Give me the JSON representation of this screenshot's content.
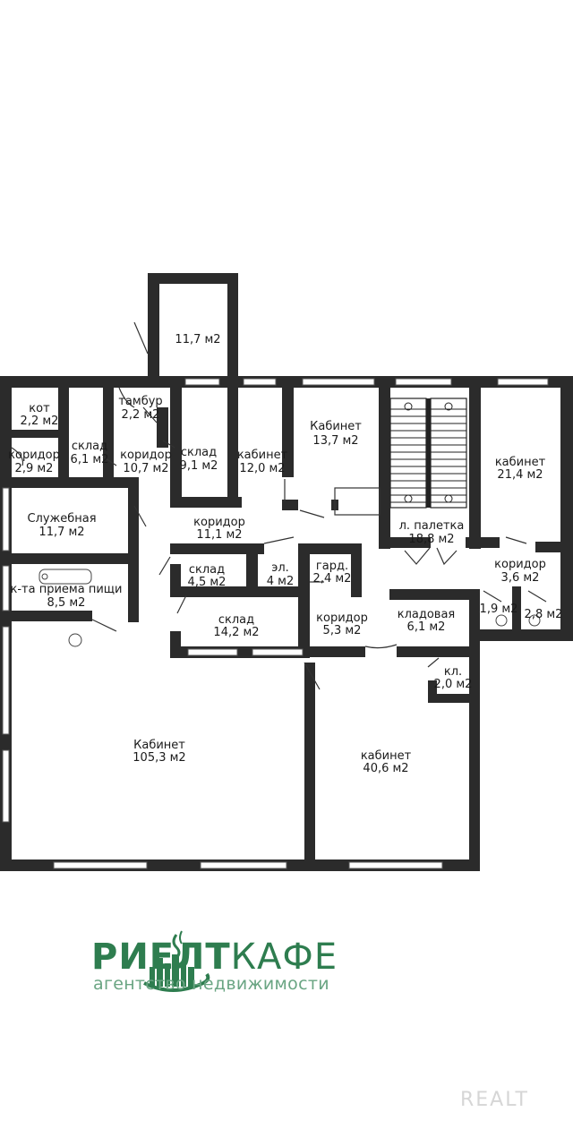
{
  "rooms": [
    {
      "id": "r-top",
      "name": "",
      "area": "11,7 м2"
    },
    {
      "id": "r-kot",
      "name": "кот",
      "area": "2,2 м2"
    },
    {
      "id": "r-tambur",
      "name": "тамбур",
      "area": "2,2 м2"
    },
    {
      "id": "r-korid1",
      "name": "коридор",
      "area": "2,9 м2"
    },
    {
      "id": "r-sklad1",
      "name": "склад",
      "area": "6,1 м2"
    },
    {
      "id": "r-korid2",
      "name": "коридор",
      "area": "10,7 м2"
    },
    {
      "id": "r-sklad2",
      "name": "склад",
      "area": "9,1 м2"
    },
    {
      "id": "r-kab12",
      "name": "кабинет",
      "area": "12,0 м2"
    },
    {
      "id": "r-kab137",
      "name": "Кабинет",
      "area": "13,7 м2"
    },
    {
      "id": "r-kab214",
      "name": "кабинет",
      "area": "21,4 м2"
    },
    {
      "id": "r-sluzh",
      "name": "Служебная",
      "area": "11,7 м2"
    },
    {
      "id": "r-korid3",
      "name": "коридор",
      "area": "11,1 м2"
    },
    {
      "id": "r-lpal",
      "name": "л. палетка",
      "area": "18,8 м2"
    },
    {
      "id": "r-korid4",
      "name": "коридор",
      "area": "3,6 м2"
    },
    {
      "id": "r-kta",
      "name": "к-та приема пищи",
      "area": "8,5 м2"
    },
    {
      "id": "r-sklad3",
      "name": "склад",
      "area": "4,5 м2"
    },
    {
      "id": "r-el",
      "name": "эл.",
      "area": "4 м2"
    },
    {
      "id": "r-gard",
      "name": "гард.",
      "area": "2,4 м2"
    },
    {
      "id": "r-wc1",
      "name": "",
      "area": "1,9 м2"
    },
    {
      "id": "r-wc2",
      "name": "",
      "area": "2,8 м2"
    },
    {
      "id": "r-sklad4",
      "name": "склад",
      "area": "14,2 м2"
    },
    {
      "id": "r-korid5",
      "name": "коридор",
      "area": "5,3 м2"
    },
    {
      "id": "r-klad",
      "name": "кладовая",
      "area": "6,1 м2"
    },
    {
      "id": "r-kl",
      "name": "кл.",
      "area": "2,0 м2"
    },
    {
      "id": "r-kab1053",
      "name": "Кабинет",
      "area": "105,3 м2"
    },
    {
      "id": "r-kab406",
      "name": "кабинет",
      "area": "40,6 м2"
    }
  ],
  "logo": {
    "brand_bold": "РИЕЛТ",
    "brand_light": "КАФЕ",
    "tagline": "агентство недвижимости",
    "color_primary": "#2e7d4f",
    "color_secondary": "#6aa583",
    "icon": "city-cup-steam-icon"
  },
  "watermark": "REALT",
  "colors": {
    "wall": "#2b2b2b",
    "background": "#ffffff"
  }
}
